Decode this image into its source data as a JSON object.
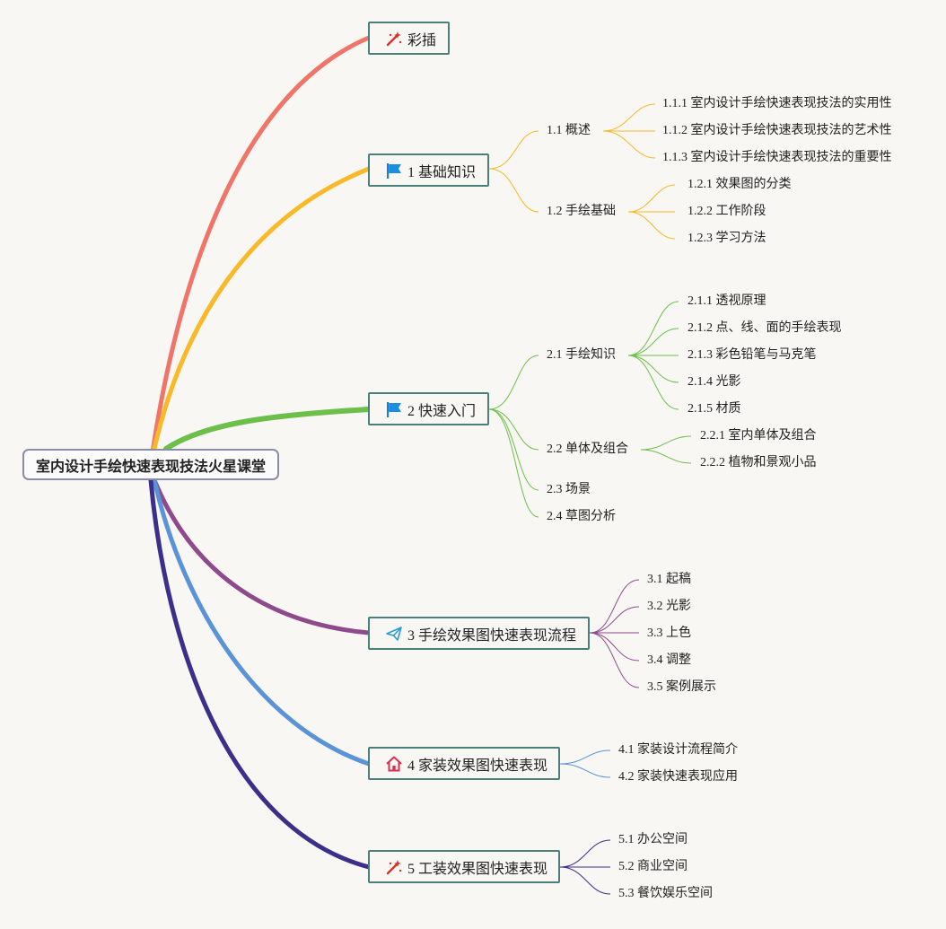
{
  "root": {
    "label": "室内设计手绘快速表现技法火星课堂"
  },
  "colors": {
    "branch_caicha": "#f07467",
    "branch_1": "#f9b928",
    "branch_2": "#6cc04a",
    "branch_3": "#8e4a8a",
    "branch_4": "#5a93d8",
    "branch_5": "#3b2f8a",
    "node_border": "#4a7f7c"
  },
  "branches": {
    "caicha": {
      "label": "彩插",
      "icon": "magic-wand-icon"
    },
    "b1": {
      "label": "1 基础知识",
      "icon": "flag-icon",
      "s1": {
        "label": "1.1 概述",
        "items": [
          "1.1.1 室内设计手绘快速表现技法的实用性",
          "1.1.2 室内设计手绘快速表现技法的艺术性",
          "1.1.3 室内设计手绘快速表现技法的重要性"
        ]
      },
      "s2": {
        "label": "1.2 手绘基础",
        "items": [
          "1.2.1 效果图的分类",
          "1.2.2 工作阶段",
          "1.2.3 学习方法"
        ]
      }
    },
    "b2": {
      "label": "2 快速入门",
      "icon": "flag-icon",
      "s1": {
        "label": "2.1 手绘知识",
        "items": [
          "2.1.1 透视原理",
          "2.1.2 点、线、面的手绘表现",
          "2.1.3 彩色铅笔与马克笔",
          "2.1.4 光影",
          "2.1.5 材质"
        ]
      },
      "s2": {
        "label": "2.2 单体及组合",
        "items": [
          "2.2.1 室内单体及组合",
          "2.2.2 植物和景观小品"
        ]
      },
      "s3": {
        "label": "2.3 场景"
      },
      "s4": {
        "label": "2.4 草图分析"
      }
    },
    "b3": {
      "label": "3 手绘效果图快速表现流程",
      "icon": "paper-plane-icon",
      "items": [
        "3.1 起稿",
        "3.2 光影",
        "3.3 上色",
        "3.4 调整",
        "3.5 案例展示"
      ]
    },
    "b4": {
      "label": "4 家装效果图快速表现",
      "icon": "house-icon",
      "items": [
        "4.1 家装设计流程简介",
        "4.2 家装快速表现应用"
      ]
    },
    "b5": {
      "label": "5 工装效果图快速表现",
      "icon": "magic-wand-icon",
      "items": [
        "5.1 办公空间",
        "5.2 商业空间",
        "5.3 餐饮娱乐空间"
      ]
    }
  }
}
